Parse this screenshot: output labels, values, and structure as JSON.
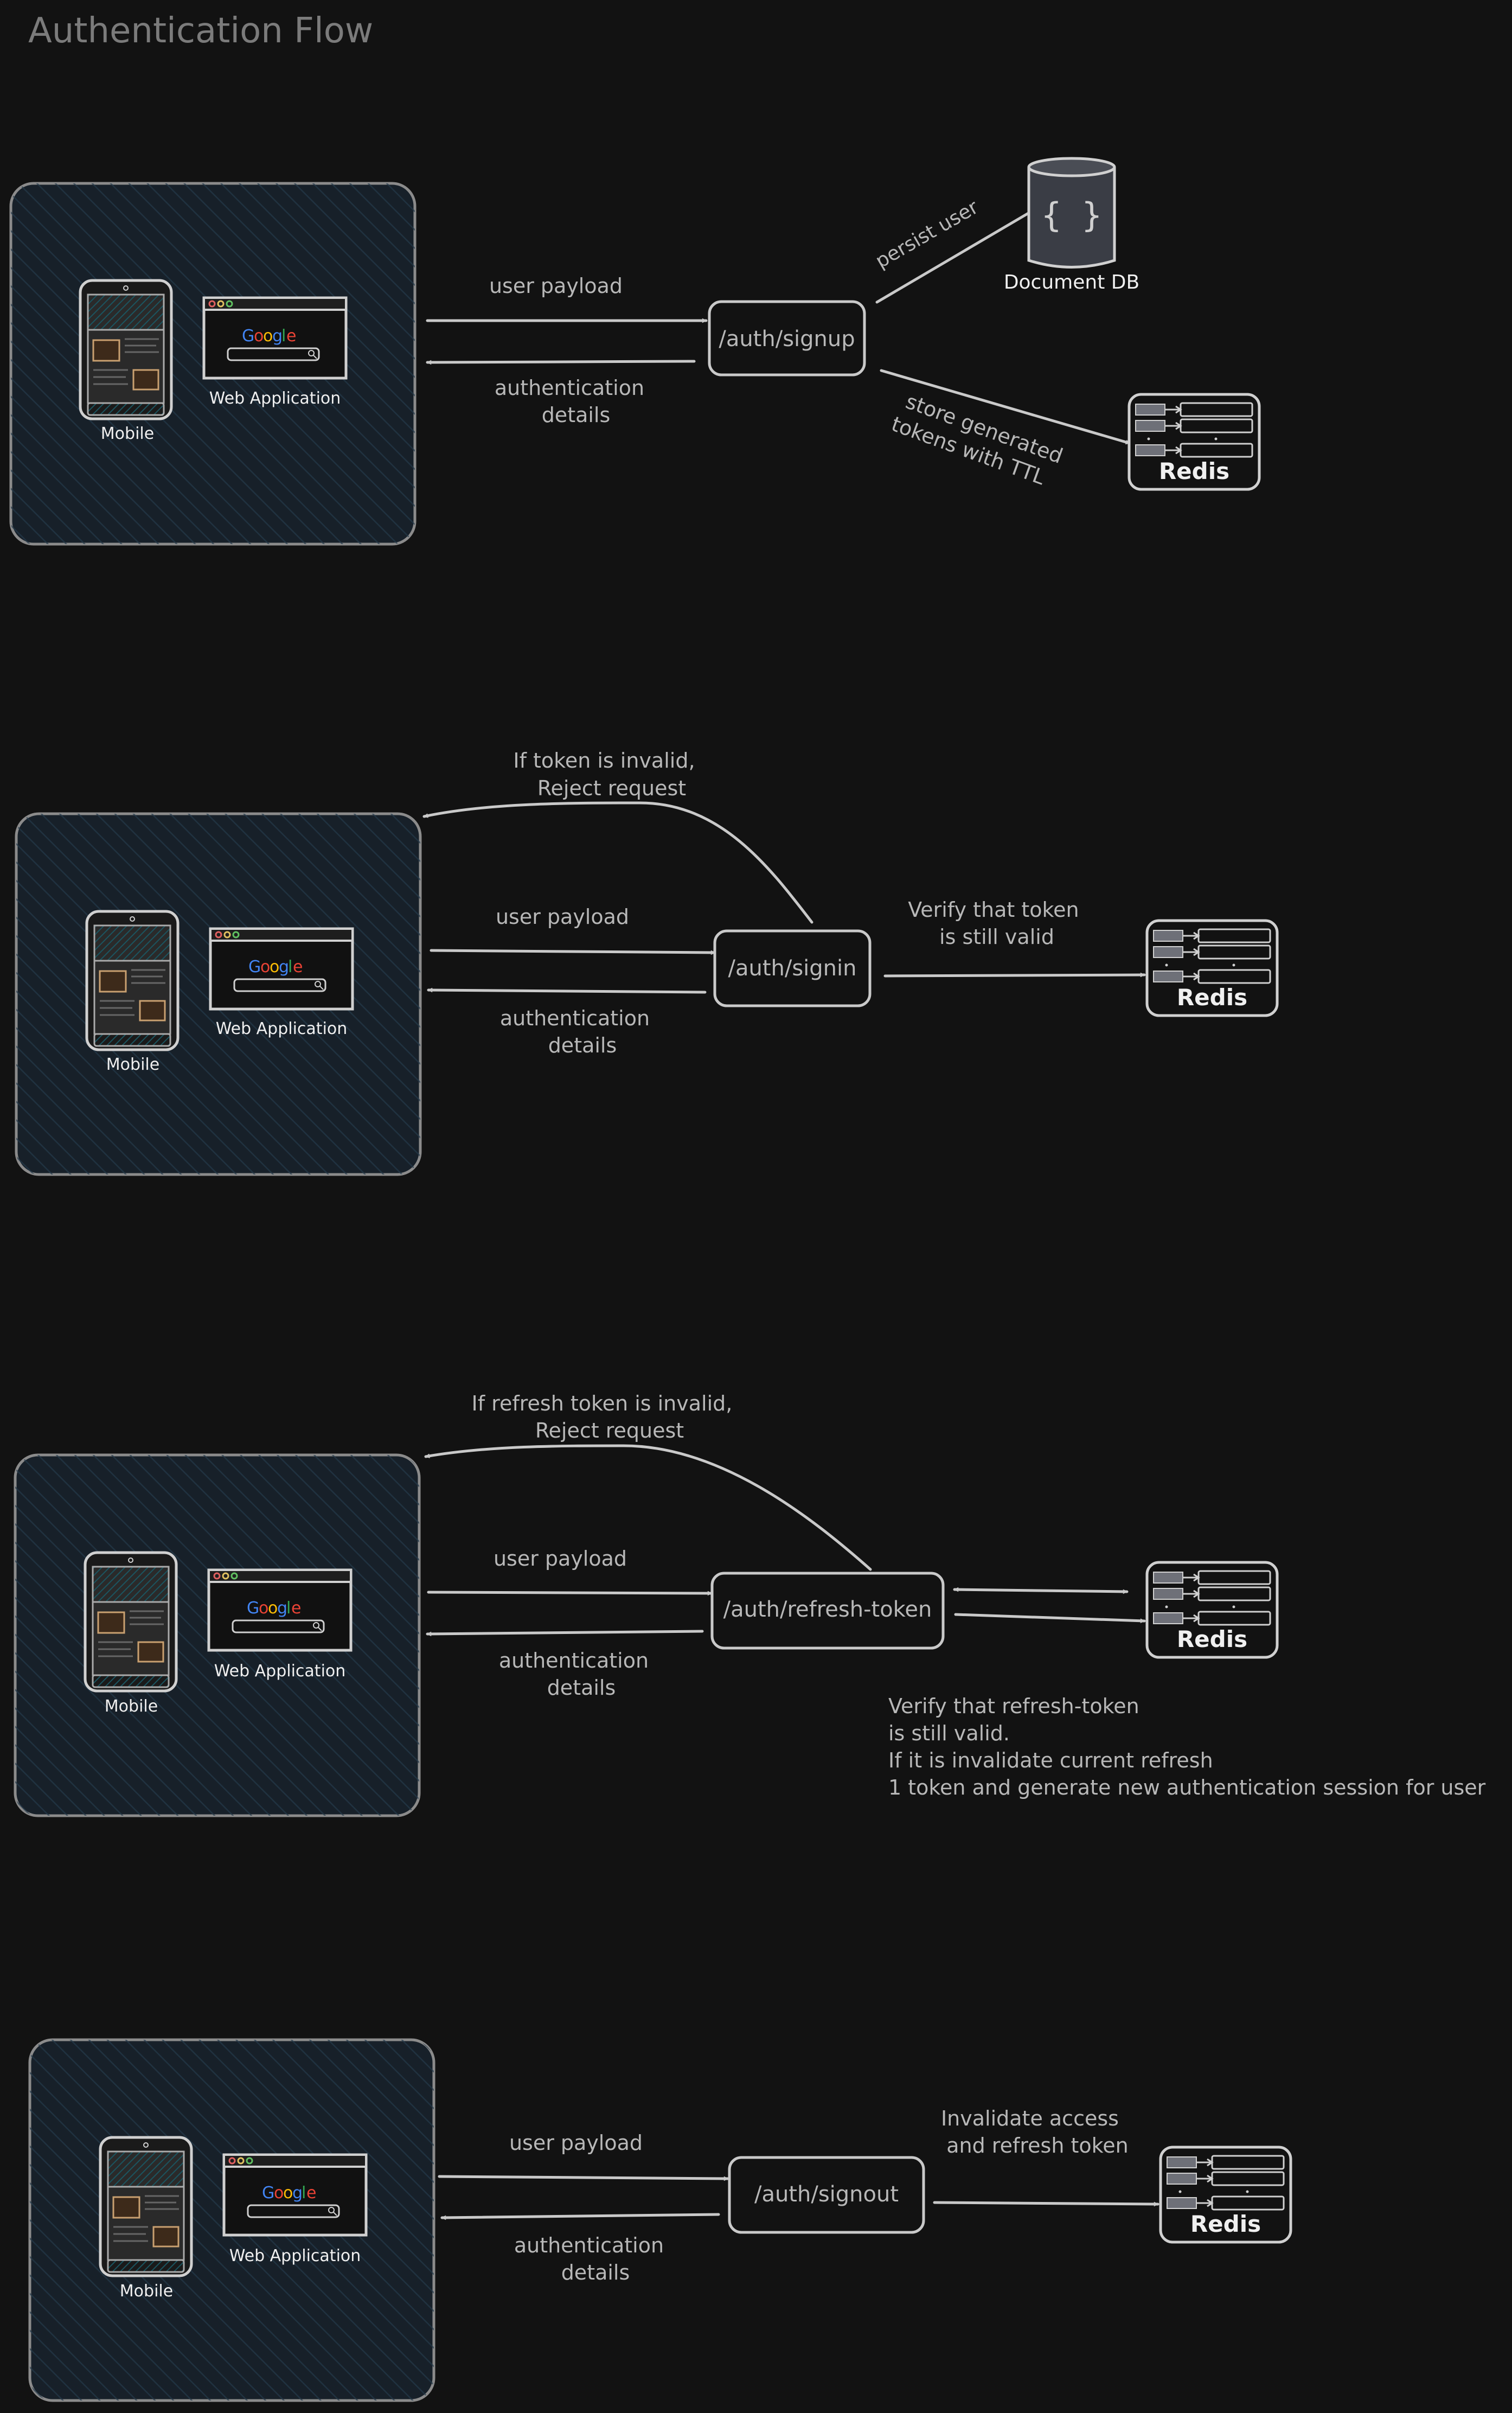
{
  "title": "Authentication Flow",
  "client": {
    "mobile_label": "Mobile",
    "web_label": "Web Application",
    "google_letters": [
      "G",
      "o",
      "o",
      "g",
      "l",
      "e"
    ],
    "google_colors": [
      "#4285f4",
      "#ea4335",
      "#fbbc05",
      "#4285f4",
      "#34a853",
      "#ea4335"
    ]
  },
  "redis_label": "Redis",
  "flows": [
    {
      "endpoint": "/auth/signup",
      "request_label": "user payload",
      "response_label_1": "authentication",
      "response_label_2": "details",
      "db_label": "Document DB",
      "db_symbol": "{ }",
      "persist_label": "persist user",
      "store_label_1": "store generated",
      "store_label_2": "tokens with TTL"
    },
    {
      "endpoint": "/auth/signin",
      "request_label": "user payload",
      "response_label_1": "authentication",
      "response_label_2": "details",
      "reject_label_1": "If token is invalid,",
      "reject_label_2": "Reject request",
      "verify_label_1": "Verify that token",
      "verify_label_2": "is still valid"
    },
    {
      "endpoint": "/auth/refresh-token",
      "request_label": "user payload",
      "response_label_1": "authentication",
      "response_label_2": "details",
      "reject_label_1": "If refresh token is invalid,",
      "reject_label_2": "Reject request",
      "note_1": "Verify that refresh-token",
      "note_2": "is still valid.",
      "note_3": "If it is invalidate current refresh",
      "note_4": "1 token and generate new authentication session for user"
    },
    {
      "endpoint": "/auth/signout",
      "request_label": "user payload",
      "response_label_1": "authentication",
      "response_label_2": "details",
      "invalidate_label_1": "Invalidate access",
      "invalidate_label_2": "and refresh token"
    }
  ]
}
